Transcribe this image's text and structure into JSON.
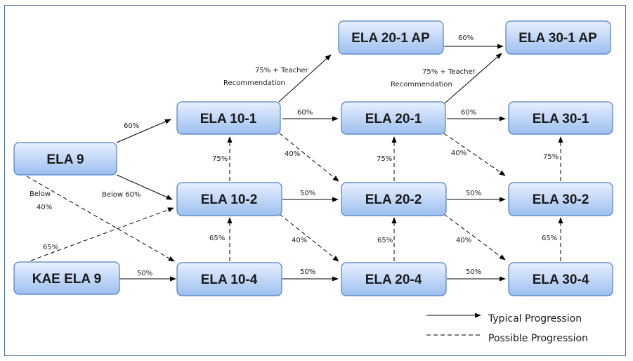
{
  "nodes": {
    "ela9": "ELA 9",
    "kae9": "KAE ELA 9",
    "ela10_1": "ELA 10-1",
    "ela10_2": "ELA 10-2",
    "ela10_4": "ELA 10-4",
    "ela20_1ap": "ELA 20-1 AP",
    "ela20_1": "ELA 20-1",
    "ela20_2": "ELA 20-2",
    "ela20_4": "ELA 20-4",
    "ela30_1ap": "ELA 30-1 AP",
    "ela30_1": "ELA 30-1",
    "ela30_2": "ELA 30-2",
    "ela30_4": "ELA 30-4"
  },
  "labels": {
    "ela9_to_101": "60%",
    "ela9_to_102": "Below 60%",
    "ela9_to_104_line1": "Below",
    "ela9_to_104_line2": "40%",
    "kae_to_102": "65%",
    "kae_to_104": "50%",
    "p101_to_ap_line1": "75% + Teacher",
    "p101_to_ap_line2": "Recommendation",
    "p101_to_201": "60%",
    "p101_to_202": "40%",
    "p102_to_101": "75%",
    "p102_to_202": "50%",
    "p102_to_204": "40%",
    "p104_to_102": "65%",
    "p104_to_204": "50%",
    "ap20_to_ap30": "60%",
    "p201_to_ap_line1": "75% + Teacher",
    "p201_to_ap_line2": "Recommendation",
    "p201_to_301": "60%",
    "p201_to_302": "40%",
    "p202_to_201": "75%",
    "p202_to_302": "50%",
    "p202_to_304": "40%",
    "p204_to_202": "65%",
    "p204_to_304": "50%",
    "p302_to_301": "75%",
    "p304_to_302": "65%"
  },
  "legend": {
    "typical": "Typical Progression",
    "possible": "Possible Progression"
  },
  "colors": {
    "border": "#4a6ea0",
    "node_fill_top": "#e6efff",
    "node_fill_bottom": "#9fc1f1",
    "node_stroke": "#4f7fc4",
    "line": "#000000"
  }
}
